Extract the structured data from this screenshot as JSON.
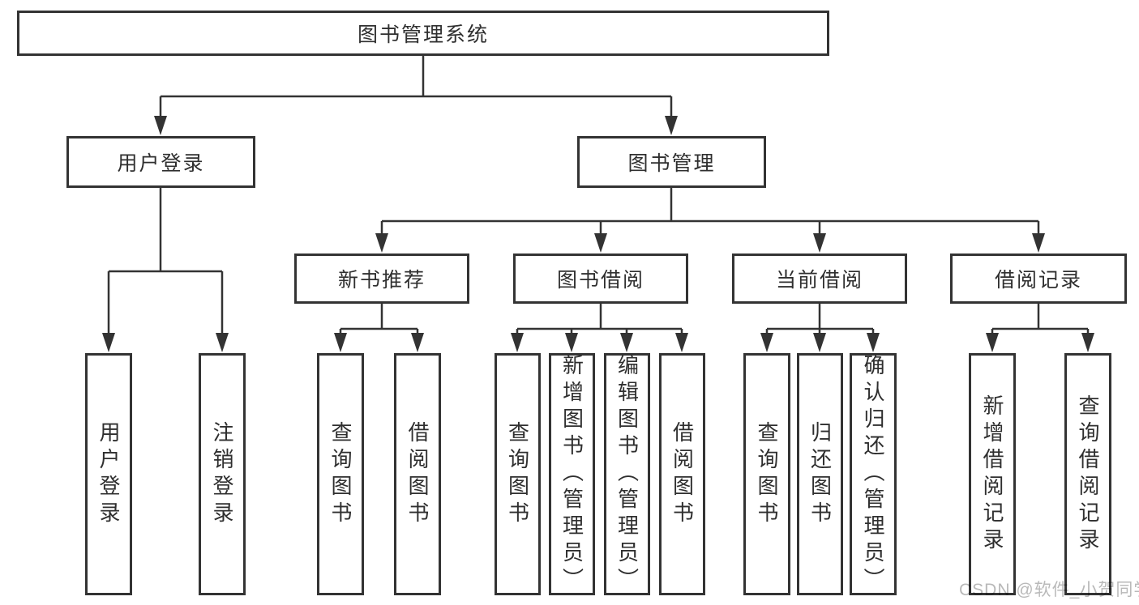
{
  "tree": {
    "label": "图书管理系统",
    "children": [
      {
        "label": "用户登录",
        "children": [
          {
            "label": "用户登录"
          },
          {
            "label": "注销登录"
          }
        ]
      },
      {
        "label": "图书管理",
        "children": [
          {
            "label": "新书推荐",
            "children": [
              {
                "label": "查询图书"
              },
              {
                "label": "借阅图书"
              }
            ]
          },
          {
            "label": "图书借阅",
            "children": [
              {
                "label": "查询图书"
              },
              {
                "label": "新增图书（管理员）"
              },
              {
                "label": "编辑图书（管理员）"
              },
              {
                "label": "借阅图书"
              }
            ]
          },
          {
            "label": "当前借阅",
            "children": [
              {
                "label": "查询图书"
              },
              {
                "label": "归还图书"
              },
              {
                "label": "确认归还（管理员）"
              }
            ]
          },
          {
            "label": "借阅记录",
            "children": [
              {
                "label": "新增借阅记录"
              },
              {
                "label": "查询借阅记录"
              }
            ]
          }
        ]
      }
    ]
  },
  "watermark": {
    "text": "CSDN @软件_小贺同学",
    "color": "#b9b9b9"
  },
  "colors": {
    "line": "#333333",
    "box_border": "#333333",
    "box_fill": "#ffffff",
    "text": "#2f2f2f",
    "background": "#ffffff"
  }
}
